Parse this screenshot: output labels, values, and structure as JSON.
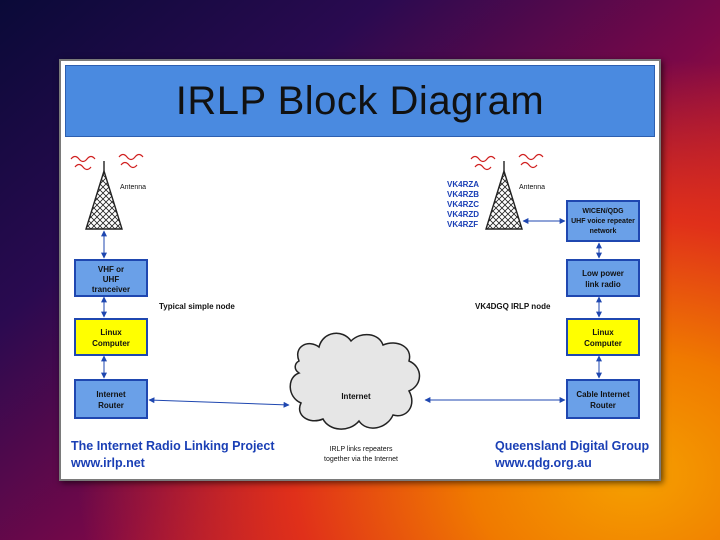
{
  "title": "IRLP Block Diagram",
  "left_node": {
    "antenna_label": "Antenna",
    "transceiver_lines": [
      "VHF or",
      "UHF",
      "tranceiver"
    ],
    "computer_lines": [
      "Linux",
      "Computer"
    ],
    "router_lines": [
      "Internet",
      "Router"
    ],
    "node_caption": "Typical simple node"
  },
  "right_node": {
    "antenna_label": "Antenna",
    "callsigns": [
      "VK4RZA",
      "VK4RZB",
      "VK4RZC",
      "VK4RZD",
      "VK4RZF"
    ],
    "repeater_lines": [
      "WICEN/QDG",
      "UHF voice repeater",
      "network"
    ],
    "link_radio_lines": [
      "Low power",
      "link radio"
    ],
    "computer_lines": [
      "Linux",
      "Computer"
    ],
    "router_lines": [
      "Cable Internet",
      "Router"
    ],
    "node_caption": "VK4DGQ IRLP node"
  },
  "internet": {
    "label": "Internet",
    "caption_lines": [
      "IRLP links repeaters",
      "together via the Internet"
    ]
  },
  "footer_left": [
    "The Internet Radio Linking Project",
    "www.irlp.net"
  ],
  "footer_right": [
    "Queensland Digital Group",
    "www.qdg.org.au"
  ],
  "colors": {
    "title_bar": "#4a8ae0",
    "box_blue": "#6aa0e8",
    "box_yellow": "#ffff00",
    "box_border": "#1f47b0",
    "footer_text": "#1a3fb5",
    "wave": "#d02020",
    "arrow": "#1f47b0"
  }
}
